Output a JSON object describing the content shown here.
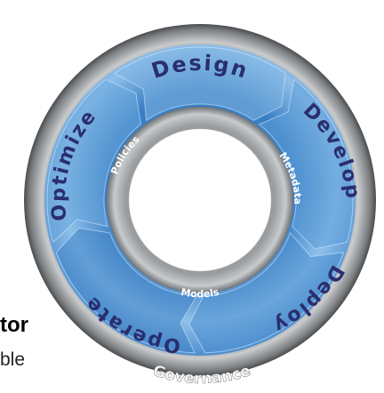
{
  "phases": [
    {
      "label": "Design",
      "fill": "#7fb4e2"
    },
    {
      "label": "Develop",
      "fill": "#5f9fd8"
    },
    {
      "label": "Deploy",
      "fill": "#4d8fcf"
    },
    {
      "label": "Operate",
      "fill": "#3f83c6"
    },
    {
      "label": "Optimize",
      "fill": "#6aa8dc"
    }
  ],
  "inner_labels": {
    "policies": "Policies",
    "metadata": "Metadata",
    "models": "Models"
  },
  "outer_label": "Governance",
  "side_text": {
    "bold": "tor",
    "regular": "ble"
  },
  "colors": {
    "phase_text": "#2a2e6e",
    "inner_text": "#ffffff",
    "outer_ring": "#8a8d90",
    "ring_dark": "#3f4245"
  }
}
